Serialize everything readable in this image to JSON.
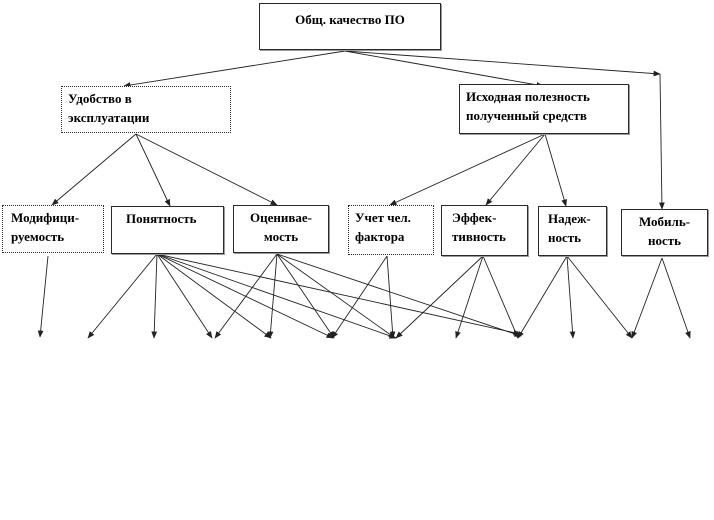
{
  "diagram": {
    "root": {
      "label": "Общ. качество ПО"
    },
    "level1": [
      {
        "label": "Удобство в\nэксплуатации"
      },
      {
        "label": "Исходная полезность\nполученный средств"
      }
    ],
    "level2": [
      {
        "label": "Модифици-\nруемость"
      },
      {
        "label": "Понятность"
      },
      {
        "label": "Оценивае-\nмость"
      },
      {
        "label": "Учет чел.\nфактора"
      },
      {
        "label": "Эффек-\nтивность"
      },
      {
        "label": "Надеж-\nность"
      },
      {
        "label": "Мобиль-\nность"
      }
    ]
  },
  "colors": {
    "line": "#222222",
    "border": "#2a2a2a",
    "text": "#000000"
  }
}
